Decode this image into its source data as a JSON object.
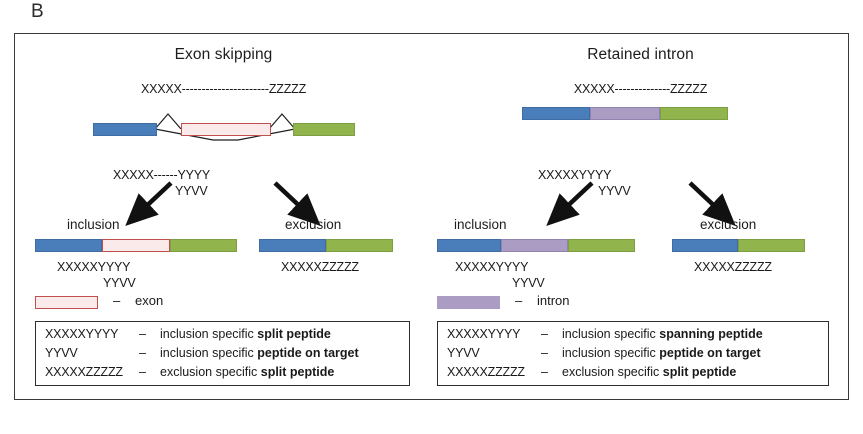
{
  "figure": {
    "panel_letter": "B"
  },
  "colors": {
    "exon_first": "#4a7ebb",
    "exon_last": "#91b44c",
    "cassette_exon_fill": "#fbeaea",
    "cassette_exon_border": "#c0504d",
    "intron": "#ab9cc4",
    "frame": "#3a3a3a"
  },
  "panels": [
    {
      "id": "exon-skipping",
      "title": "Exon skipping",
      "pre_mrna": {
        "top_sequence": "XXXXX----------------------ZZZZZ",
        "bottom_sequence_1": "XXXXX------YYYY",
        "bottom_sequence_2": "YYVV"
      },
      "isoforms": [
        {
          "id": "inclusion",
          "label": "inclusion",
          "sequence_1": "XXXXXYYYY",
          "sequence_2": "YYVV"
        },
        {
          "id": "exclusion",
          "label": "exclusion",
          "sequence_1": "XXXXXZZZZZ",
          "sequence_2": ""
        }
      ],
      "key": {
        "dash": "–",
        "label": "exon"
      },
      "definitions": [
        {
          "code": "XXXXXYYYY",
          "dash": "–",
          "prefix": "inclusion specific ",
          "term": "split peptide"
        },
        {
          "code": "YYVV",
          "dash": "–",
          "prefix": "inclusion specific ",
          "term": "peptide on target"
        },
        {
          "code": "XXXXXZZZZZ",
          "dash": "–",
          "prefix": "exclusion specific ",
          "term": "split peptide"
        }
      ]
    },
    {
      "id": "retained-intron",
      "title": "Retained intron",
      "pre_mrna": {
        "top_sequence": "XXXXX--------------ZZZZZ",
        "bottom_sequence_1": "XXXXXYYYY",
        "bottom_sequence_2": "YYVV"
      },
      "isoforms": [
        {
          "id": "inclusion",
          "label": "inclusion",
          "sequence_1": "XXXXXYYYY",
          "sequence_2": "YYVV"
        },
        {
          "id": "exclusion",
          "label": "exclusion",
          "sequence_1": "XXXXXZZZZZ",
          "sequence_2": ""
        }
      ],
      "key": {
        "dash": "–",
        "label": "intron"
      },
      "definitions": [
        {
          "code": "XXXXXYYYY",
          "dash": "–",
          "prefix": "inclusion specific ",
          "term": "spanning peptide"
        },
        {
          "code": "YYVV",
          "dash": "–",
          "prefix": "inclusion specific ",
          "term": "peptide on target"
        },
        {
          "code": "XXXXXZZZZZ",
          "dash": "–",
          "prefix": "exclusion specific ",
          "term": "split peptide"
        }
      ]
    }
  ]
}
